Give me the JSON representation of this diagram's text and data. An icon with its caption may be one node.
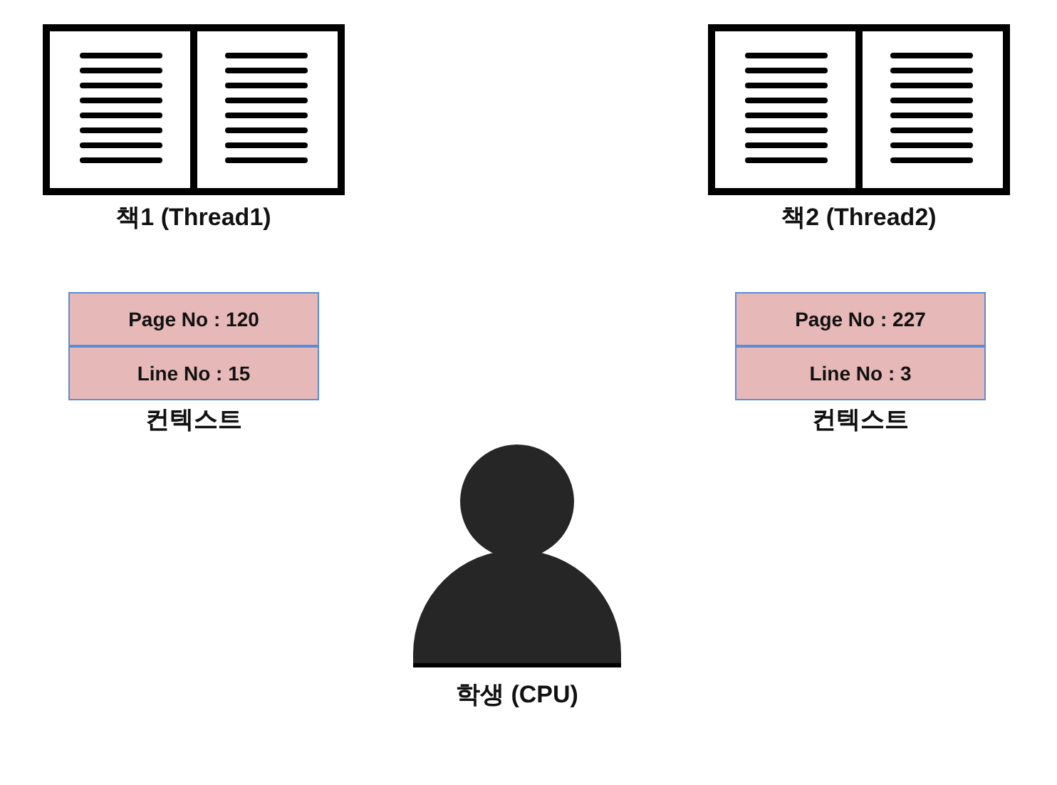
{
  "diagram": {
    "nodes": [
      {
        "text": [
          "책1 (Thread1)"
        ]
      },
      {
        "text": [
          "책2 (Thread2)"
        ]
      },
      {
        "text": [
          "Page No : 120",
          "Line No : 15",
          "컨텍스트"
        ]
      },
      {
        "text": [
          "Page No : 227",
          "Line No : 3",
          "컨텍스트"
        ]
      },
      {
        "text": [
          "학생 (CPU)"
        ]
      }
    ]
  }
}
